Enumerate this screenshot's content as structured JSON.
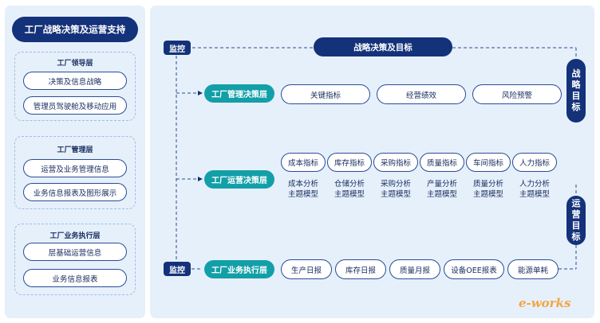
{
  "left": {
    "title": "工厂战略决策及运营支持",
    "groups": [
      {
        "title": "工厂领导层",
        "items": [
          "决策及信息战略",
          "管理员驾驶舱及移动应用"
        ]
      },
      {
        "title": "工厂管理层",
        "items": [
          "运营及业务管理信息",
          "业务信息报表及图形展示"
        ]
      },
      {
        "title": "工厂业务执行层",
        "items": [
          "层基础运营信息",
          "业务信息报表"
        ]
      }
    ]
  },
  "right": {
    "top_banner": "战略决策及目标",
    "monitor_top": "监控",
    "monitor_bottom": "监控",
    "side_strategy": [
      "战",
      "略",
      "目",
      "标"
    ],
    "side_operation": [
      "运",
      "营",
      "目",
      "标"
    ],
    "layers": {
      "management_decision": {
        "label": "工厂管理决策层",
        "items": [
          "关键指标",
          "经营绩效",
          "风险预警"
        ]
      },
      "operation_decision": {
        "label": "工厂运营决策层",
        "indicators": [
          "成本指标",
          "库存指标",
          "采购指标",
          "质量指标",
          "车间指标",
          "人力指标"
        ],
        "models": [
          [
            "成本分析",
            "主题模型"
          ],
          [
            "仓储分析",
            "主题模型"
          ],
          [
            "采购分析",
            "主题模型"
          ],
          [
            "产量分析",
            "主题模型"
          ],
          [
            "质量分析",
            "主题模型"
          ],
          [
            "人力分析",
            "主题模型"
          ]
        ]
      },
      "execution": {
        "label": "工厂业务执行层",
        "items": [
          "生产日报",
          "库存日报",
          "质量月报",
          "设备OEE报表",
          "能源单耗"
        ]
      }
    }
  },
  "logo_text": "e-works",
  "colors": {
    "navy": "#14327a",
    "teal": "#139fa8",
    "panel": "#e6f0fb",
    "logo": "#f2a640"
  }
}
